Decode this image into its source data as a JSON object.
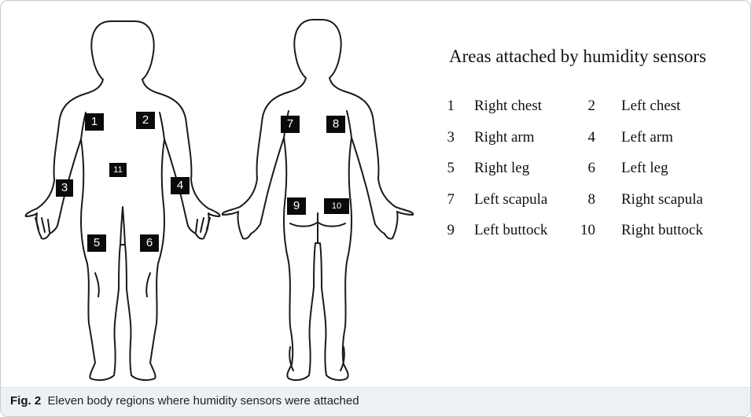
{
  "diagram": {
    "markers": {
      "m1": "1",
      "m2": "2",
      "m3": "3",
      "m4": "4",
      "m5": "5",
      "m6": "6",
      "m7": "7",
      "m8": "8",
      "m9": "9",
      "m10": "10",
      "m11": "11"
    }
  },
  "legend": {
    "title": "Areas attached by humidity sensors",
    "rows": [
      {
        "n1": "1",
        "label1": "Right chest",
        "n2": "2",
        "label2": "Left chest"
      },
      {
        "n1": "3",
        "label1": "Right arm",
        "n2": "4",
        "label2": "Left arm"
      },
      {
        "n1": "5",
        "label1": "Right leg",
        "n2": "6",
        "label2": "Left leg"
      },
      {
        "n1": "7",
        "label1": "Left scapula",
        "n2": "8",
        "label2": "Right scapula"
      },
      {
        "n1": "9",
        "label1": "Left buttock",
        "n2": "10",
        "label2": "Right buttock"
      }
    ]
  },
  "caption": {
    "figure_label": "Fig. 2",
    "text": "Eleven body regions where humidity sensors were attached"
  }
}
